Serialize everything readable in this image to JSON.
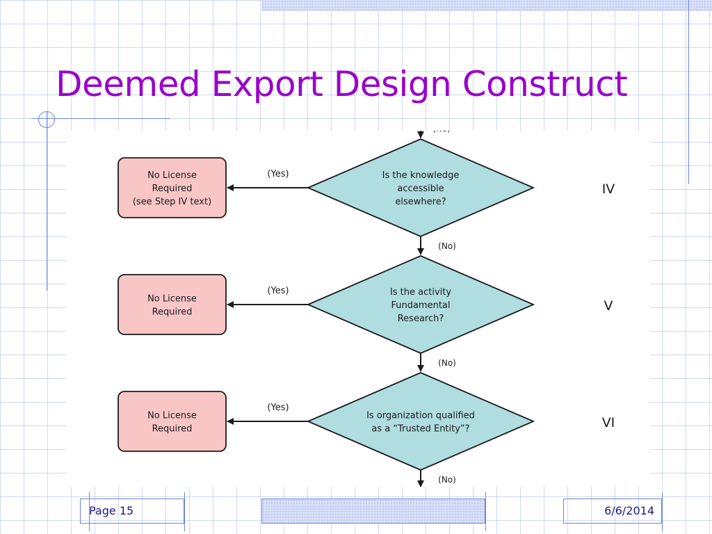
{
  "slide": {
    "title": "Deemed Export Design Construct",
    "page_label": "Page 15",
    "date": "6/6/2014"
  },
  "diagram": {
    "top_partial_label": "(No)",
    "steps": [
      {
        "roman": "IV",
        "question_lines": [
          "Is the knowledge",
          "accessible",
          "elsewhere?"
        ],
        "yes_label": "(Yes)",
        "no_label": "(No)",
        "outcome_lines": [
          "No License",
          "Required",
          "(see Step IV text)"
        ]
      },
      {
        "roman": "V",
        "question_lines": [
          "Is the activity",
          "Fundamental",
          "Research?"
        ],
        "yes_label": "(Yes)",
        "no_label": "(No)",
        "outcome_lines": [
          "No License",
          "Required"
        ]
      },
      {
        "roman": "VI",
        "question_lines": [
          "Is organization qualified",
          "as a “Trusted Entity”?"
        ],
        "yes_label": "(Yes)",
        "no_label": "(No)",
        "outcome_lines": [
          "No License",
          "Required"
        ]
      }
    ],
    "colors": {
      "decision_fill": "#b0dde0",
      "outcome_fill": "#f9c6c6",
      "stroke": "#1a1a1a",
      "title_color": "#9900cc",
      "grid_accent": "#6b86d8"
    }
  }
}
